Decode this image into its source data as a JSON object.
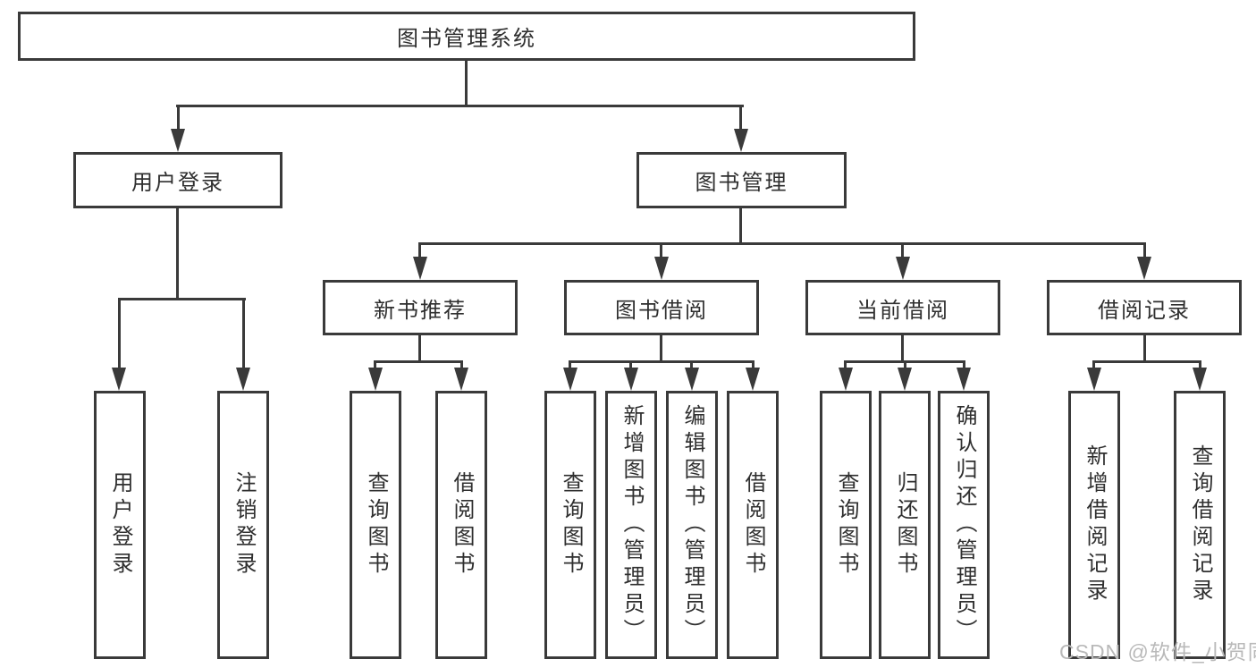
{
  "diagram": {
    "title_node": {
      "label": "图书管理系统"
    },
    "level2": [
      {
        "label": "用户登录"
      },
      {
        "label": "图书管理"
      }
    ],
    "level3": [
      {
        "label": "新书推荐"
      },
      {
        "label": "图书借阅"
      },
      {
        "label": "当前借阅"
      },
      {
        "label": "借阅记录"
      }
    ],
    "leaves": {
      "login": [
        "用户登录",
        "注销登录"
      ],
      "recommend": [
        "查询图书",
        "借阅图书"
      ],
      "borrowing": [
        "查询图书",
        "新增图书（管理员）",
        "编辑图书（管理员）",
        "借阅图书"
      ],
      "current": [
        "查询图书",
        "归还图书",
        "确认归还（管理员）"
      ],
      "records": [
        "新增借阅记录",
        "查询借阅记录"
      ]
    }
  },
  "watermark": {
    "text": "CSDN @软件_小贺同学"
  },
  "colors": {
    "line": "#3a3a3a",
    "text": "#2f2f2f",
    "watermark": "#b9b9b9",
    "background": "#ffffff"
  }
}
